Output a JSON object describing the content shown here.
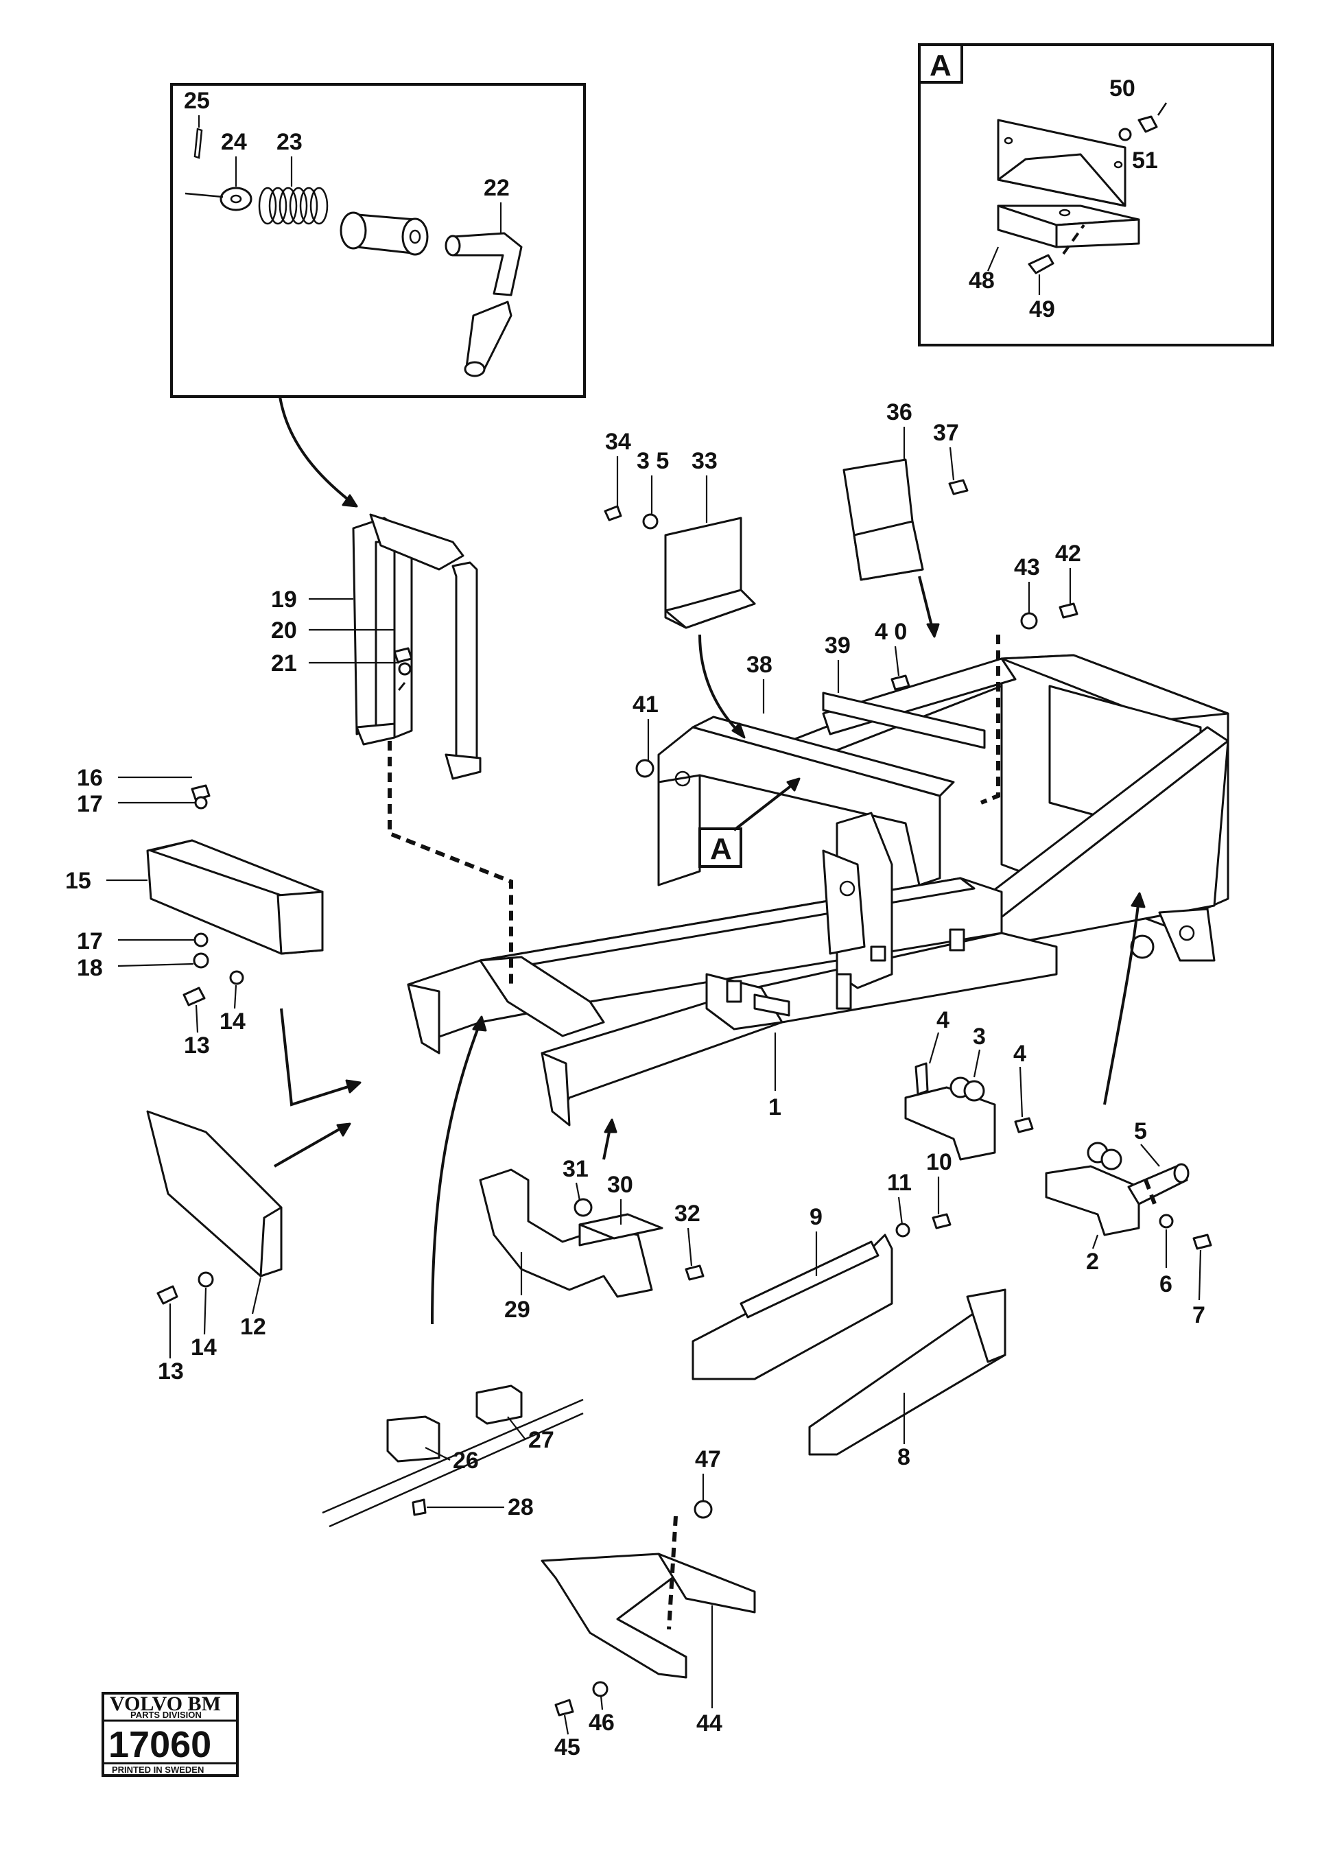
{
  "callouts": {
    "c1": "1",
    "c2": "2",
    "c3": "3",
    "c4a": "4",
    "c4b": "4",
    "c5": "5",
    "c6": "6",
    "c7": "7",
    "c8": "8",
    "c9": "9",
    "c10": "10",
    "c11": "11",
    "c12": "12",
    "c13a": "13",
    "c13b": "13",
    "c14a": "14",
    "c14b": "14",
    "c15": "15",
    "c16": "16",
    "c17a": "17",
    "c17b": "17",
    "c18": "18",
    "c19": "19",
    "c20": "20",
    "c21": "21",
    "c22": "22",
    "c23": "23",
    "c24": "24",
    "c25": "25",
    "c26": "26",
    "c27": "27",
    "c28": "28",
    "c29": "29",
    "c30": "30",
    "c31": "31",
    "c32": "32",
    "c33": "33",
    "c34": "34",
    "c35": "3 5",
    "c36": "36",
    "c37": "37",
    "c38": "38",
    "c39": "39",
    "c40": "4 0",
    "c41": "41",
    "c42": "42",
    "c43": "43",
    "c44": "44",
    "c45": "45",
    "c46": "46",
    "c47": "47",
    "c48": "48",
    "c49": "49",
    "c50": "50",
    "c51": "51"
  },
  "detail_tags": {
    "inset": "A",
    "frame": "A"
  },
  "logo": {
    "brand": "VOLVO BM",
    "division": "PARTS DIVISION",
    "number": "17060",
    "printed": "PRINTED IN SWEDEN"
  }
}
